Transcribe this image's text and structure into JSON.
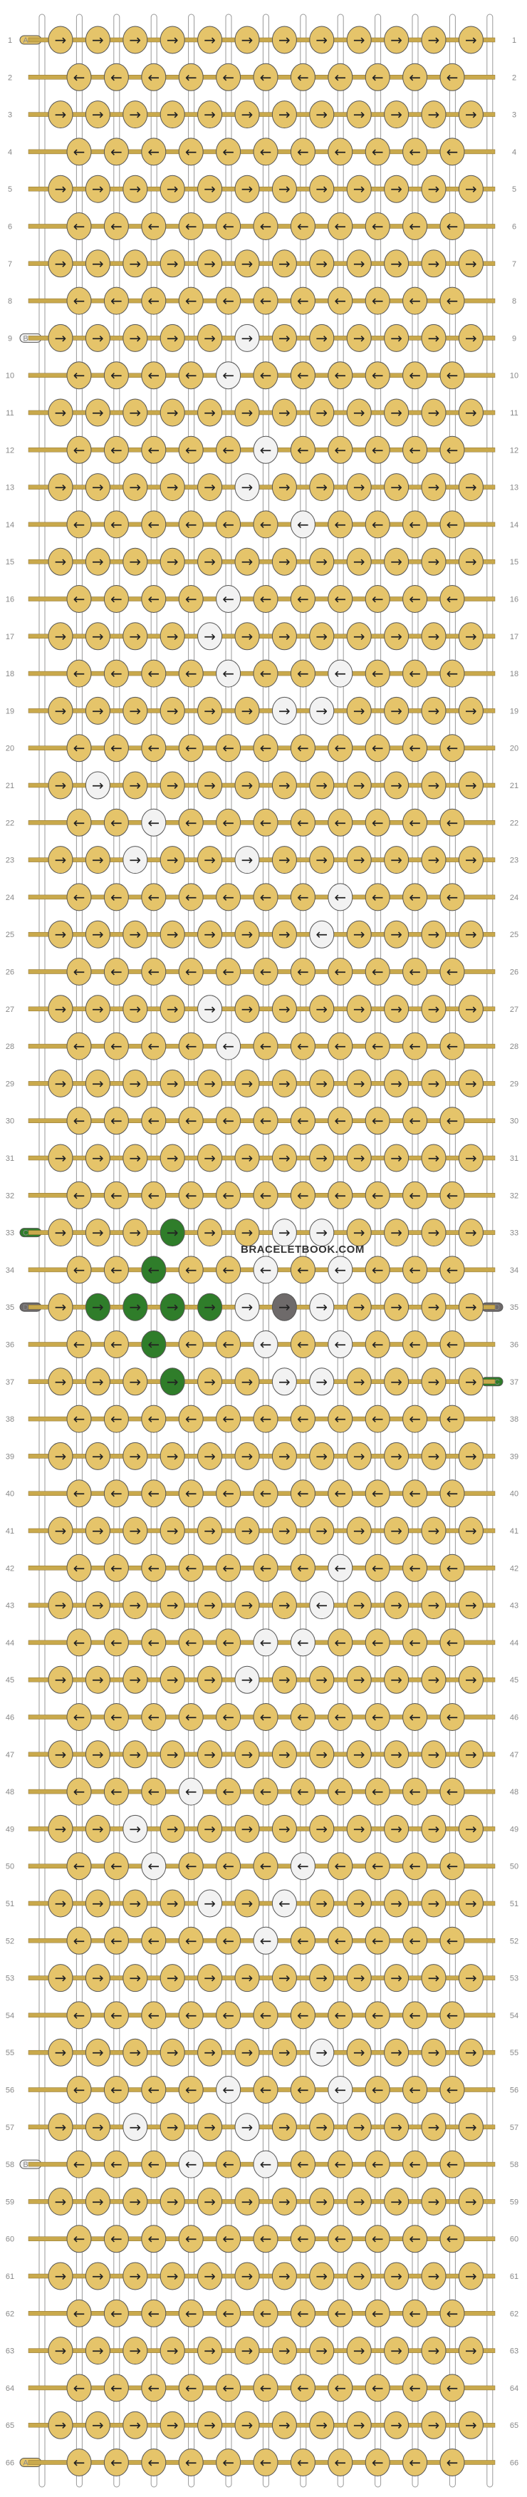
{
  "site_watermark": "BRACELETBOOK.COM",
  "pattern": {
    "rows": 66,
    "columns": 12,
    "strings": 13,
    "colors": {
      "A": "#e5c46a",
      "B": "#f2f2f2",
      "C": "#2f7d2a",
      "D": "#6e6a6a"
    },
    "left_tabs": [
      {
        "row": 1,
        "letter": "A"
      },
      {
        "row": 9,
        "letter": "B"
      },
      {
        "row": 33,
        "letter": "C"
      },
      {
        "row": 35,
        "letter": "D"
      },
      {
        "row": 58,
        "letter": "B"
      },
      {
        "row": 66,
        "letter": "A"
      }
    ],
    "right_tabs": [
      {
        "row": 35,
        "letter": "D"
      },
      {
        "row": 37,
        "letter": "C"
      }
    ],
    "colored_knots": [
      {
        "row": 9,
        "knot": 5,
        "color": "B",
        "dir": "r"
      },
      {
        "row": 10,
        "knot": 4,
        "color": "B",
        "dir": "l"
      },
      {
        "row": 12,
        "knot": 5,
        "color": "B",
        "dir": "l"
      },
      {
        "row": 13,
        "knot": 5,
        "color": "B",
        "dir": "r"
      },
      {
        "row": 14,
        "knot": 6,
        "color": "B",
        "dir": "l"
      },
      {
        "row": 16,
        "knot": 4,
        "color": "B",
        "dir": "l"
      },
      {
        "row": 17,
        "knot": 4,
        "color": "B",
        "dir": "r"
      },
      {
        "row": 18,
        "knot": 4,
        "color": "B",
        "dir": "l"
      },
      {
        "row": 18,
        "knot": 7,
        "color": "B",
        "dir": "l"
      },
      {
        "row": 19,
        "knot": 7,
        "color": "B",
        "dir": "r"
      },
      {
        "row": 19,
        "knot": 6,
        "color": "B",
        "dir": "r"
      },
      {
        "row": 21,
        "knot": 1,
        "color": "B",
        "dir": "r"
      },
      {
        "row": 22,
        "knot": 2,
        "color": "B",
        "dir": "l"
      },
      {
        "row": 23,
        "knot": 2,
        "color": "B",
        "dir": "r"
      },
      {
        "row": 23,
        "knot": 5,
        "color": "B",
        "dir": "r"
      },
      {
        "row": 24,
        "knot": 7,
        "color": "B",
        "dir": "l"
      },
      {
        "row": 25,
        "knot": 7,
        "color": "B",
        "dir": "l"
      },
      {
        "row": 27,
        "knot": 4,
        "color": "B",
        "dir": "r"
      },
      {
        "row": 28,
        "knot": 4,
        "color": "B",
        "dir": "l"
      },
      {
        "row": 33,
        "knot": 3,
        "color": "C",
        "dir": "r"
      },
      {
        "row": 34,
        "knot": 2,
        "color": "C",
        "dir": "l"
      },
      {
        "row": 35,
        "knot": 1,
        "color": "C",
        "dir": "r"
      },
      {
        "row": 35,
        "knot": 2,
        "color": "C",
        "dir": "r"
      },
      {
        "row": 35,
        "knot": 3,
        "color": "C",
        "dir": "r"
      },
      {
        "row": 35,
        "knot": 4,
        "color": "C",
        "dir": "r"
      },
      {
        "row": 36,
        "knot": 2,
        "color": "C",
        "dir": "l"
      },
      {
        "row": 37,
        "knot": 3,
        "color": "C",
        "dir": "r"
      },
      {
        "row": 33,
        "knot": 6,
        "color": "B",
        "dir": "r"
      },
      {
        "row": 33,
        "knot": 7,
        "color": "B",
        "dir": "r"
      },
      {
        "row": 34,
        "knot": 5,
        "color": "B",
        "dir": "l"
      },
      {
        "row": 34,
        "knot": 7,
        "color": "B",
        "dir": "l"
      },
      {
        "row": 35,
        "knot": 5,
        "color": "B",
        "dir": "r"
      },
      {
        "row": 35,
        "knot": 6,
        "color": "D",
        "dir": "r"
      },
      {
        "row": 35,
        "knot": 7,
        "color": "B",
        "dir": "r"
      },
      {
        "row": 36,
        "knot": 5,
        "color": "B",
        "dir": "l"
      },
      {
        "row": 36,
        "knot": 7,
        "color": "B",
        "dir": "l"
      },
      {
        "row": 37,
        "knot": 6,
        "color": "B",
        "dir": "r"
      },
      {
        "row": 37,
        "knot": 7,
        "color": "B",
        "dir": "r"
      },
      {
        "row": 42,
        "knot": 7,
        "color": "B",
        "dir": "l"
      },
      {
        "row": 43,
        "knot": 7,
        "color": "B",
        "dir": "l"
      },
      {
        "row": 44,
        "knot": 5,
        "color": "B",
        "dir": "l"
      },
      {
        "row": 44,
        "knot": 6,
        "color": "B",
        "dir": "l"
      },
      {
        "row": 45,
        "knot": 5,
        "color": "B",
        "dir": "r"
      },
      {
        "row": 48,
        "knot": 3,
        "color": "B",
        "dir": "l"
      },
      {
        "row": 49,
        "knot": 2,
        "color": "B",
        "dir": "r"
      },
      {
        "row": 50,
        "knot": 2,
        "color": "B",
        "dir": "l"
      },
      {
        "row": 50,
        "knot": 6,
        "color": "B",
        "dir": "l"
      },
      {
        "row": 51,
        "knot": 4,
        "color": "B",
        "dir": "r"
      },
      {
        "row": 51,
        "knot": 6,
        "color": "B",
        "dir": "l"
      },
      {
        "row": 52,
        "knot": 5,
        "color": "B",
        "dir": "l"
      },
      {
        "row": 55,
        "knot": 7,
        "color": "B",
        "dir": "r"
      },
      {
        "row": 55,
        "knot": 7,
        "color": "B",
        "dir": "r"
      },
      {
        "row": 56,
        "knot": 4,
        "color": "B",
        "dir": "l"
      },
      {
        "row": 56,
        "knot": 7,
        "color": "B",
        "dir": "l"
      },
      {
        "row": 57,
        "knot": 2,
        "color": "B",
        "dir": "r"
      },
      {
        "row": 57,
        "knot": 5,
        "color": "B",
        "dir": "r"
      },
      {
        "row": 58,
        "knot": 3,
        "color": "B",
        "dir": "l"
      },
      {
        "row": 58,
        "knot": 5,
        "color": "B",
        "dir": "l"
      }
    ]
  }
}
